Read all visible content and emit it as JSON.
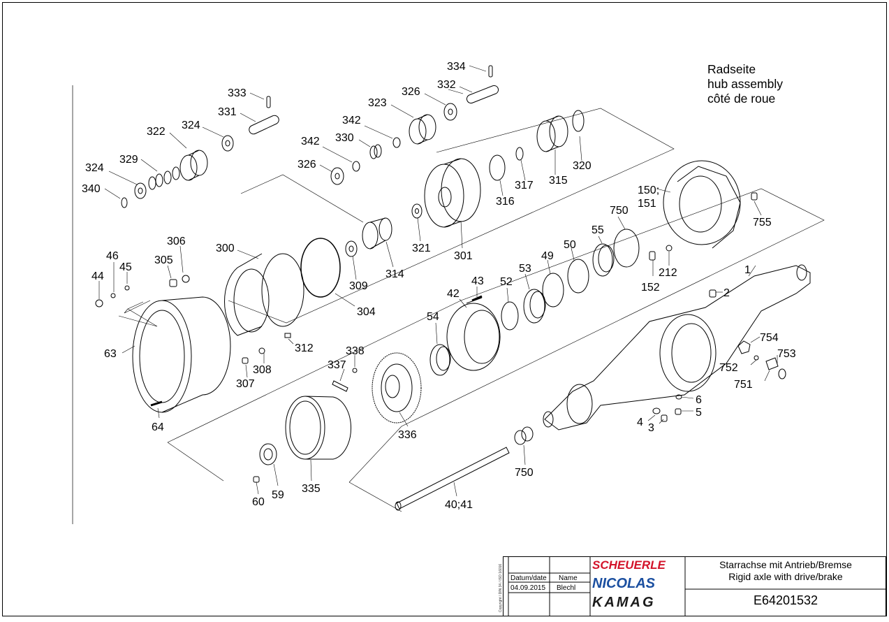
{
  "title": {
    "line1": "Radseite",
    "line2": "hub assembly",
    "line3": "côté de roue"
  },
  "callouts": {
    "c334": "334",
    "c333": "333",
    "c332": "332",
    "c331": "331",
    "c326a": "326",
    "c323": "323",
    "c324a": "324",
    "c322": "322",
    "c342a": "342",
    "c342b": "342",
    "c330": "330",
    "c326b": "326",
    "c329": "329",
    "c324b": "324",
    "c340": "340",
    "c320": "320",
    "c315": "315",
    "c317": "317",
    "c316": "316",
    "c301": "301",
    "c321": "321",
    "c314": "314",
    "c309": "309",
    "c304": "304",
    "c300": "300",
    "c306": "306",
    "c305": "305",
    "c46": "46",
    "c45": "45",
    "c44": "44",
    "c63": "63",
    "c312": "312",
    "c308": "308",
    "c307": "307",
    "c64": "64",
    "c150": "150;",
    "c151": "151",
    "c755": "755",
    "c750a": "750",
    "c55": "55",
    "c50": "50",
    "c49": "49",
    "c53": "53",
    "c52": "52",
    "c43": "43",
    "c42": "42",
    "c54": "54",
    "c152": "152",
    "c212": "212",
    "c1": "1",
    "c2": "2",
    "c754": "754",
    "c753": "753",
    "c752": "752",
    "c751": "751",
    "c6": "6",
    "c5": "5",
    "c4": "4",
    "c3": "3",
    "c338": "338",
    "c337": "337",
    "c336": "336",
    "c335": "335",
    "c59": "59",
    "c60": "60",
    "c750b": "750",
    "c4041": "40;41"
  },
  "title_block": {
    "date_header": "Datum/date",
    "name_header": "Name",
    "date_value": "04.09.2015",
    "name_value": "Blechl",
    "logo1": "SCHEUERLE",
    "logo2": "NICOLAS",
    "logo3": "KAMAG",
    "desc_de": "Starrachse mit Antrieb/Bremse",
    "desc_en": "Rigid axle with drive/brake",
    "drawing_no": "E64201532",
    "copyright": "Copyright / DIN 34 / ISO 16016"
  },
  "colors": {
    "line": "#000000",
    "logo_red": "#d3132a",
    "logo_blue": "#1b4fa0",
    "logo_dark": "#1a1a1a"
  }
}
